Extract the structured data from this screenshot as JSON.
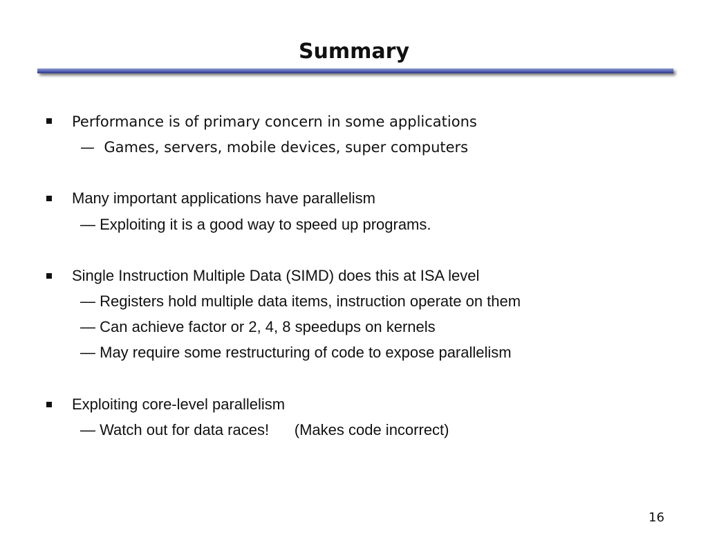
{
  "slide": {
    "title": "Summary",
    "page_number": "16"
  },
  "bullets": [
    {
      "text": "Performance is of primary concern in some applications",
      "subs": [
        "—  Games, servers, mobile devices, super computers"
      ]
    },
    {
      "text": "Many important applications have parallelism",
      "subs": [
        "— Exploiting it is a good way to speed up programs."
      ]
    },
    {
      "text": "Single Instruction Multiple Data (SIMD) does this at ISA level",
      "subs": [
        "— Registers hold multiple data items, instruction operate on them",
        "— Can achieve factor or 2, 4, 8 speedups on kernels",
        "— May require some restructuring of code to expose parallelism"
      ]
    },
    {
      "text": "Exploiting core-level parallelism",
      "subs": [
        "— Watch out for data races!      (Makes code incorrect)"
      ]
    }
  ]
}
